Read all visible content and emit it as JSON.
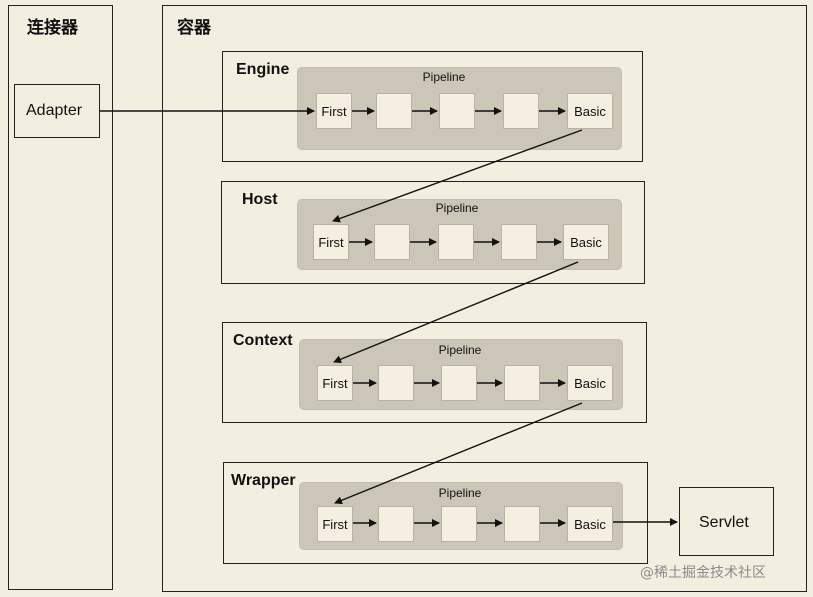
{
  "connector": {
    "title": "连接器",
    "adapter": "Adapter"
  },
  "container": {
    "title": "容器"
  },
  "pipeline_label": "Pipeline",
  "valves": {
    "first": "First",
    "basic": "Basic"
  },
  "levels": [
    {
      "name": "Engine"
    },
    {
      "name": "Host"
    },
    {
      "name": "Context"
    },
    {
      "name": "Wrapper"
    }
  ],
  "servlet": "Servlet",
  "watermark": "@稀土掘金技术社区"
}
